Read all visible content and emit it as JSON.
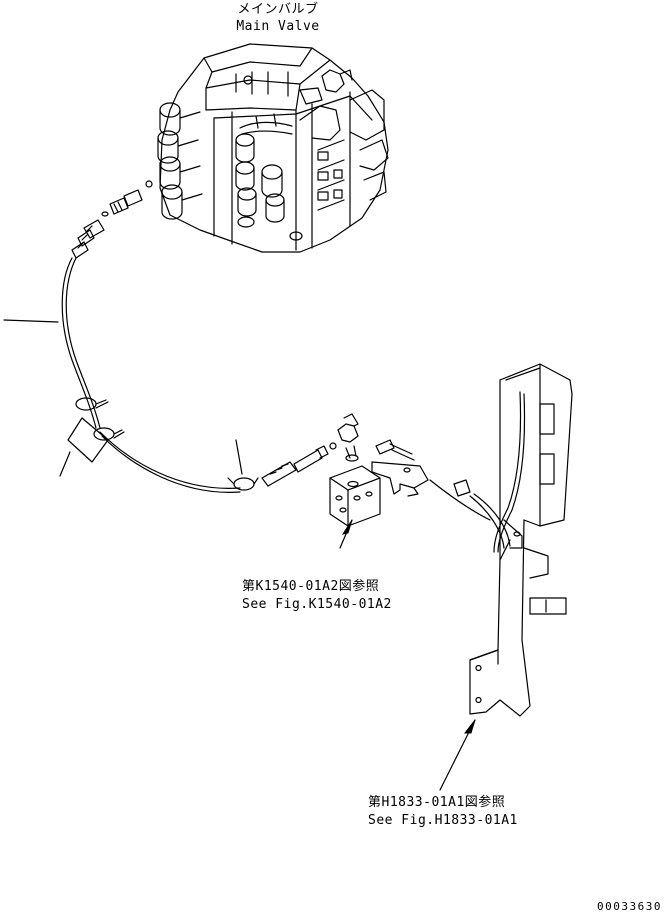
{
  "labels": {
    "main_valve_jp": "メインバルブ",
    "main_valve_en": "Main Valve",
    "ref1_jp": "第K1540-01A2図参照",
    "ref1_en": "See Fig.K1540-01A2",
    "ref2_jp": "第H1833-01A1図参照",
    "ref2_en": "See Fig.H1833-01A1",
    "drawing_number": "00033630"
  }
}
